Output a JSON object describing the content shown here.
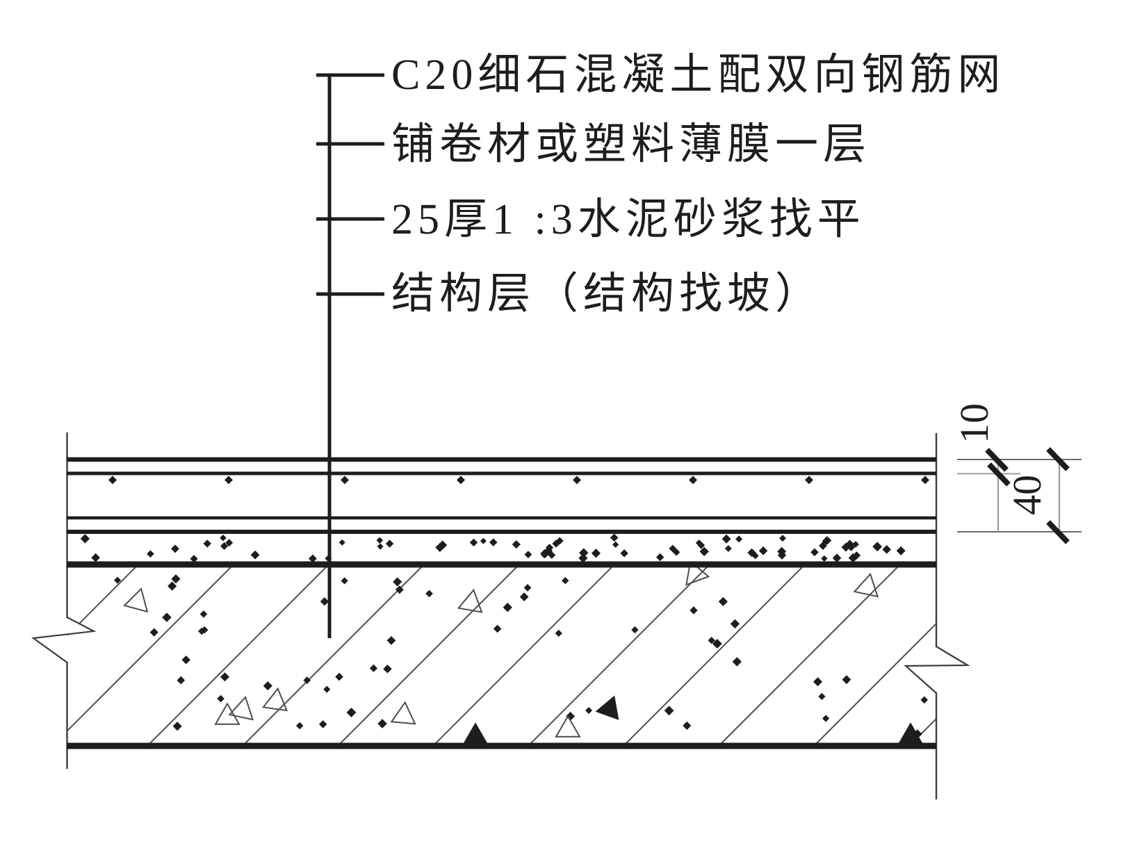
{
  "figure": {
    "type": "construction-detail-cross-section",
    "description_visible_text_only": true
  },
  "callouts": [
    {
      "text": "C20细石混凝土配双向钢筋网"
    },
    {
      "text": "铺卷材或塑料薄膜一层"
    },
    {
      "text": "25厚1 :3水泥砂浆找平"
    },
    {
      "text": "结构层（结构找坡）"
    }
  ],
  "dimensions": {
    "d10": "10",
    "d40": "40"
  },
  "colors": {
    "ink": "#1d1d1b",
    "edge_line": "#3c3c3c",
    "hatch_line": "#4d4d4d",
    "grey_extension": "#a6a6a6",
    "grey_dim": "#9b9b9b",
    "background": "#ffffff"
  }
}
